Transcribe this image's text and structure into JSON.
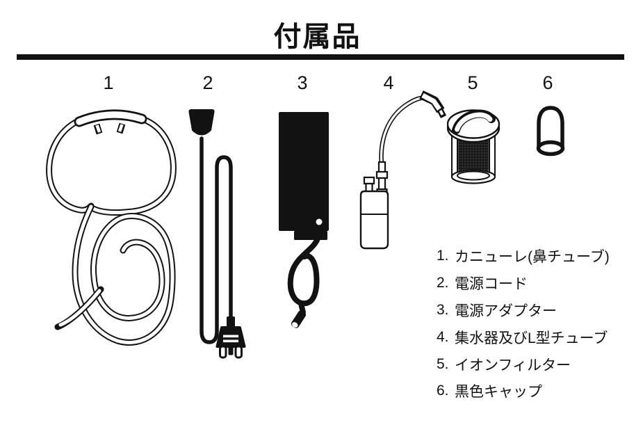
{
  "title": "付属品",
  "colors": {
    "ink": "#121212",
    "background": "#ffffff"
  },
  "items": [
    {
      "num": "1",
      "marker": "1.",
      "label": "カニューレ(鼻チューブ)"
    },
    {
      "num": "2",
      "marker": "2.",
      "label": "電源コード"
    },
    {
      "num": "3",
      "marker": "3.",
      "label": "電源アダプター"
    },
    {
      "num": "4",
      "marker": "4.",
      "label": "集水器及びL型チューブ"
    },
    {
      "num": "5",
      "marker": "5.",
      "label": "イオンフィルター"
    },
    {
      "num": "6",
      "marker": "6.",
      "label": "黒色キャップ"
    }
  ]
}
